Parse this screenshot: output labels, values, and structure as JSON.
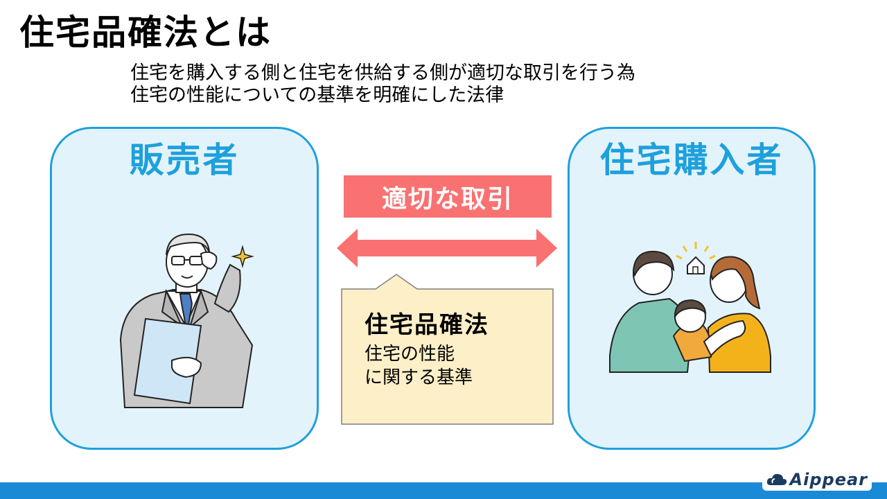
{
  "title": "住宅品確法とは",
  "subtitle": {
    "line1": "住宅を購入する側と住宅を供給する側が適切な取引を行う為",
    "line2": "住宅の性能についての基準を明確にした法律"
  },
  "left_panel": {
    "title": "販売者",
    "illustration": "businessman-with-glasses-holding-documents"
  },
  "right_panel": {
    "title": "住宅購入者",
    "illustration": "family-with-house-icon"
  },
  "center": {
    "deal_label": "適切な取引",
    "arrow": "double-headed-arrow",
    "callout_title": "住宅品確法",
    "callout_line1": "住宅の性能",
    "callout_line2": "に関する基準"
  },
  "footer": {
    "logo_text": "Aippear"
  },
  "colors": {
    "accent_blue": "#1ea0dc",
    "panel_fill": "#e3f3fc",
    "deal_red": "#f97171",
    "callout_fill": "#fdefc8",
    "footer_blue": "#1a8ad6"
  }
}
